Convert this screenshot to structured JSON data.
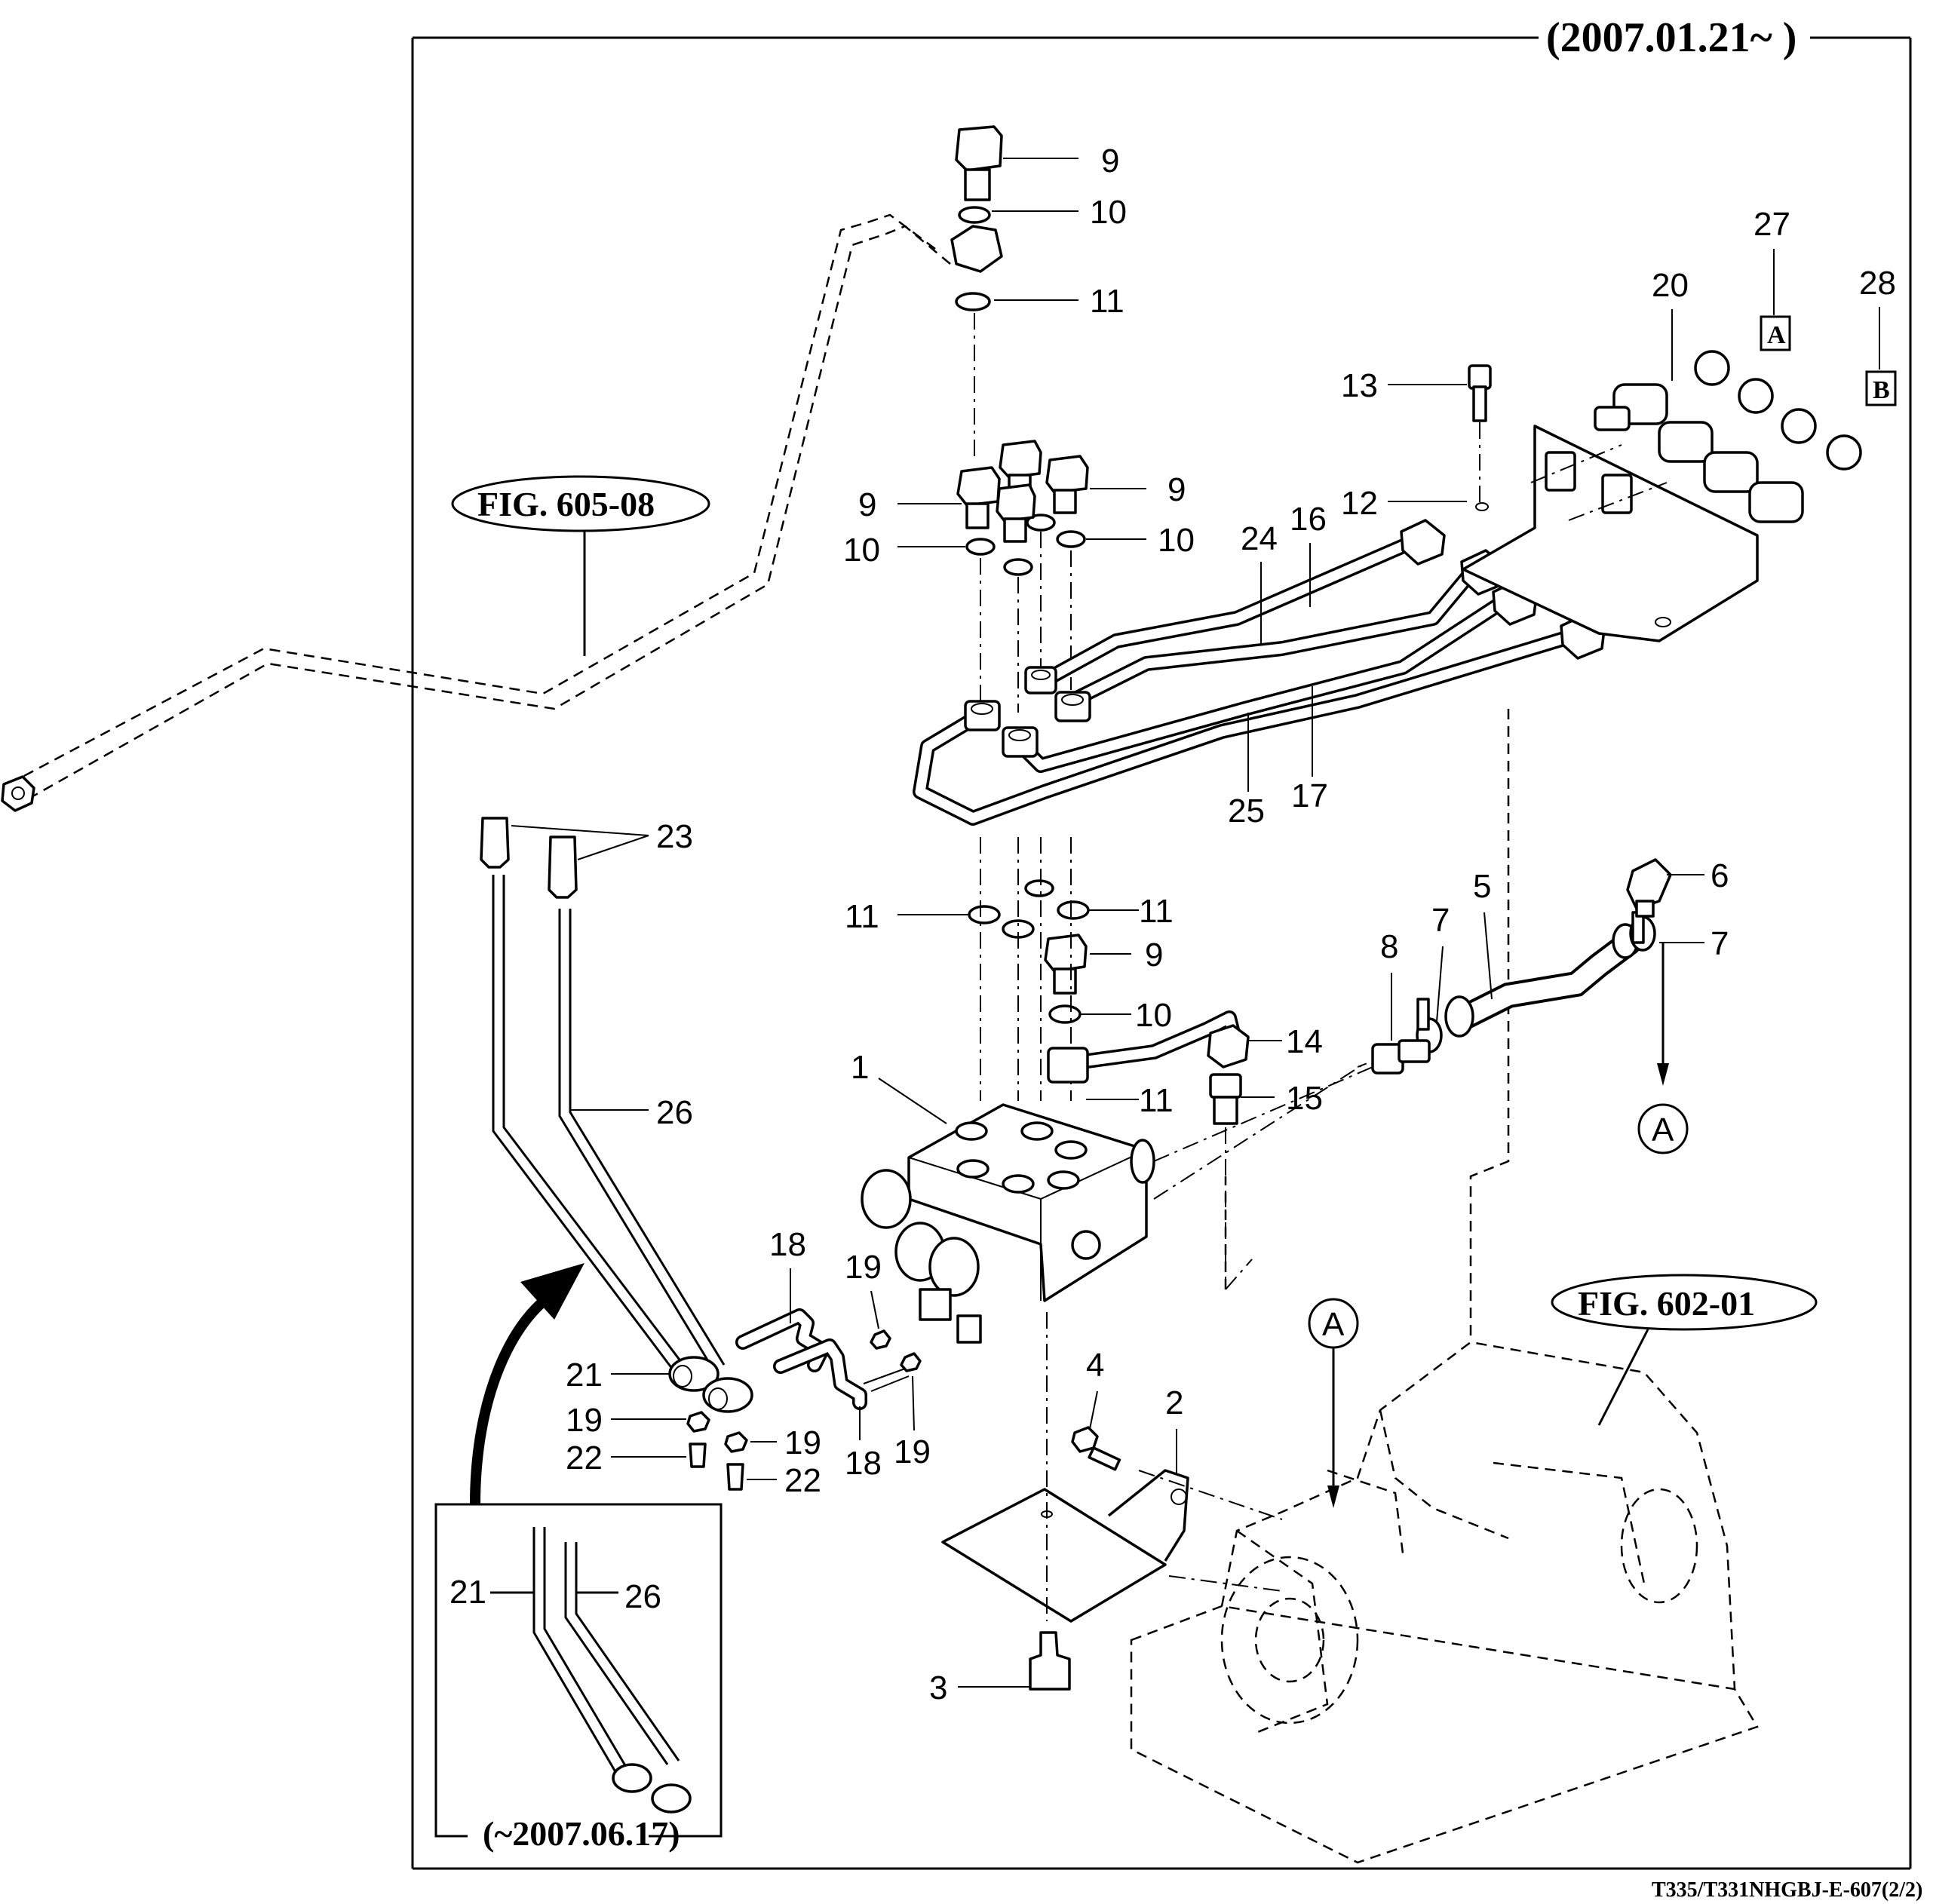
{
  "header": {
    "date_range": "(2007.01.21~ )"
  },
  "footer": {
    "drawing_code": "T335/T331NHGBJ-E-607(2/2)"
  },
  "figure_refs": {
    "fig_605_08": "FIG. 605-08",
    "fig_602_01": "FIG. 602-01"
  },
  "inset": {
    "date_range": "(~2007.06.17)",
    "labels": {
      "c21": "21",
      "c26": "26"
    }
  },
  "connectors": {
    "a": "A",
    "b": "B",
    "circle_a": "A"
  },
  "callouts": {
    "c1": "1",
    "c2": "2",
    "c3": "3",
    "c4": "4",
    "c5": "5",
    "c6": "6",
    "c7a": "7",
    "c7b": "7",
    "c8": "8",
    "c9a": "9",
    "c9b": "9",
    "c9c": "9",
    "c9d": "9",
    "c10a": "10",
    "c10b": "10",
    "c10c": "10",
    "c10d": "10",
    "c11a": "11",
    "c11b": "11",
    "c11c": "11",
    "c11d": "11",
    "c12": "12",
    "c13": "13",
    "c14": "14",
    "c15": "15",
    "c16": "16",
    "c17": "17",
    "c18a": "18",
    "c18b": "18",
    "c19a": "19",
    "c19b": "19",
    "c19c": "19",
    "c19d": "19",
    "c20": "20",
    "c21": "21",
    "c22a": "22",
    "c22b": "22",
    "c23": "23",
    "c24": "24",
    "c25": "25",
    "c26": "26",
    "c27": "27",
    "c28": "28"
  }
}
